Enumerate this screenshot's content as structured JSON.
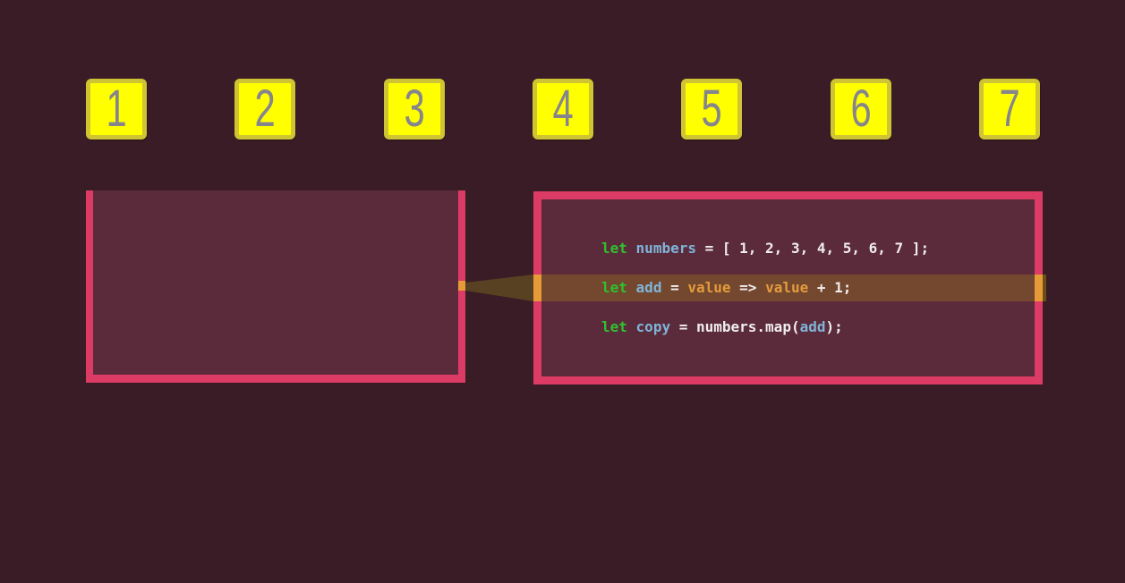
{
  "palette": {
    "background": "#3a1c26",
    "box_fill": "#5c2b3b",
    "box_border": "#db3b64",
    "tile_fill": "#ffff00",
    "tile_border": "#cfc433",
    "tile_text": "#85858d",
    "band": "#74472f",
    "marker": "#e69a38",
    "beam": "#584023",
    "stub": "#6b5016"
  },
  "tiles": {
    "values": [
      "1",
      "2",
      "3",
      "4",
      "5",
      "6",
      "7"
    ]
  },
  "code": {
    "colors": {
      "green": "#2fc12f",
      "blue": "#7fb4d8",
      "orange": "#e39b3b",
      "plain": "#efedef"
    },
    "highlight_line": 1,
    "lines": [
      [
        {
          "text": "let",
          "color": "green"
        },
        {
          "text": " ",
          "color": "plain"
        },
        {
          "text": "numbers",
          "color": "blue"
        },
        {
          "text": " = [ 1, 2, 3, 4, 5, 6, 7 ];",
          "color": "plain"
        }
      ],
      [
        {
          "text": "let",
          "color": "green"
        },
        {
          "text": " ",
          "color": "plain"
        },
        {
          "text": "add",
          "color": "blue"
        },
        {
          "text": " = ",
          "color": "plain"
        },
        {
          "text": "value",
          "color": "orange"
        },
        {
          "text": " => ",
          "color": "plain"
        },
        {
          "text": "value",
          "color": "orange"
        },
        {
          "text": " + 1;",
          "color": "plain"
        }
      ],
      [
        {
          "text": "let",
          "color": "green"
        },
        {
          "text": " ",
          "color": "plain"
        },
        {
          "text": "copy",
          "color": "blue"
        },
        {
          "text": " = ",
          "color": "plain"
        },
        {
          "text": "numbers.map(",
          "color": "plain"
        },
        {
          "text": "add",
          "color": "blue"
        },
        {
          "text": ");",
          "color": "plain"
        }
      ]
    ]
  }
}
